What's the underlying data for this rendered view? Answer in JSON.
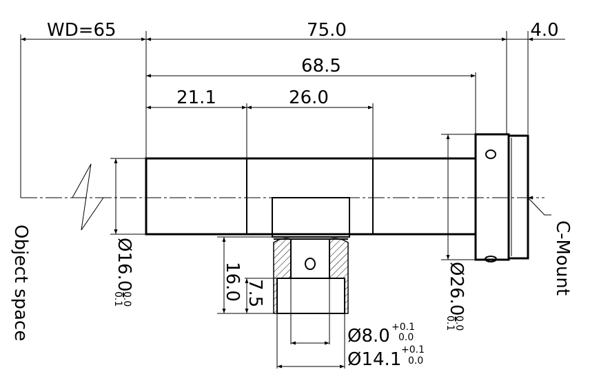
{
  "dimensions": {
    "wd": "WD=65",
    "total_length": "75.0",
    "flange": "4.0",
    "body_length": "68.5",
    "seg1": "21.1",
    "seg2": "26.0",
    "height_16": "16.0",
    "height_7_5": "7.5",
    "dia_16": "Ø16.0-",
    "dia_16_tol_upper": "0.0",
    "dia_16_tol_lower": "0.1",
    "dia_26": "Ø26.0-",
    "dia_26_tol_upper": "0.0",
    "dia_26_tol_lower": "0.1",
    "dia_8": "Ø8.0",
    "dia_8_tol_upper": "+0.1",
    "dia_8_tol_lower": "0.0",
    "dia_14": "Ø14.1",
    "dia_14_tol_upper": "+0.1",
    "dia_14_tol_lower": "0.0"
  },
  "labels": {
    "object_space": "Object space",
    "c_mount": "C-Mount"
  }
}
